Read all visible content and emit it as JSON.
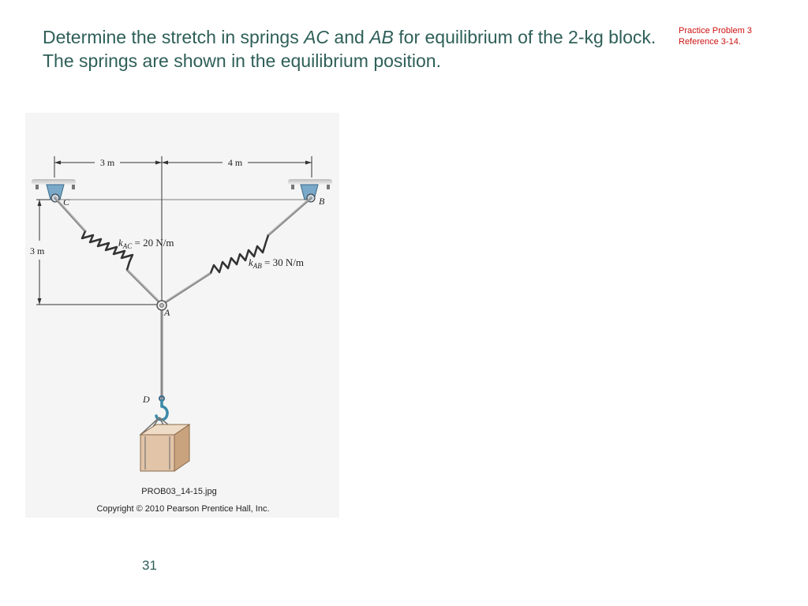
{
  "slide": {
    "title_part1": "Determine the stretch in springs ",
    "title_ac": "AC",
    "title_and": " and ",
    "title_ab": "AB",
    "title_part2": " for equilibrium of the 2-kg block.  The springs are shown in the equilibrium position.",
    "note_line1": "Practice Problem 3",
    "note_line2": "Reference 3-14.",
    "slide_number": "31"
  },
  "figure": {
    "dim_3m_top": "3 m",
    "dim_4m_top": "4 m",
    "dim_3m_side": "3 m",
    "point_c": "C",
    "point_b": "B",
    "point_a": "A",
    "point_d": "D",
    "k_ac_label": "k",
    "k_ac_sub": "AC",
    "k_ac_value": " = 20 N/m",
    "k_ab_label": "k",
    "k_ab_sub": "AB",
    "k_ab_value": " = 30 N/m",
    "filename": "PROB03_14-15.jpg",
    "copyright": "Copyright © 2010 Pearson Prentice Hall, Inc."
  },
  "colors": {
    "title_text": "#2e5f58",
    "note_text": "#cc1111",
    "figure_bg": "#f4f5f4",
    "support_blue": "#7aa8c8",
    "box_fill": "#e2c4a8"
  }
}
